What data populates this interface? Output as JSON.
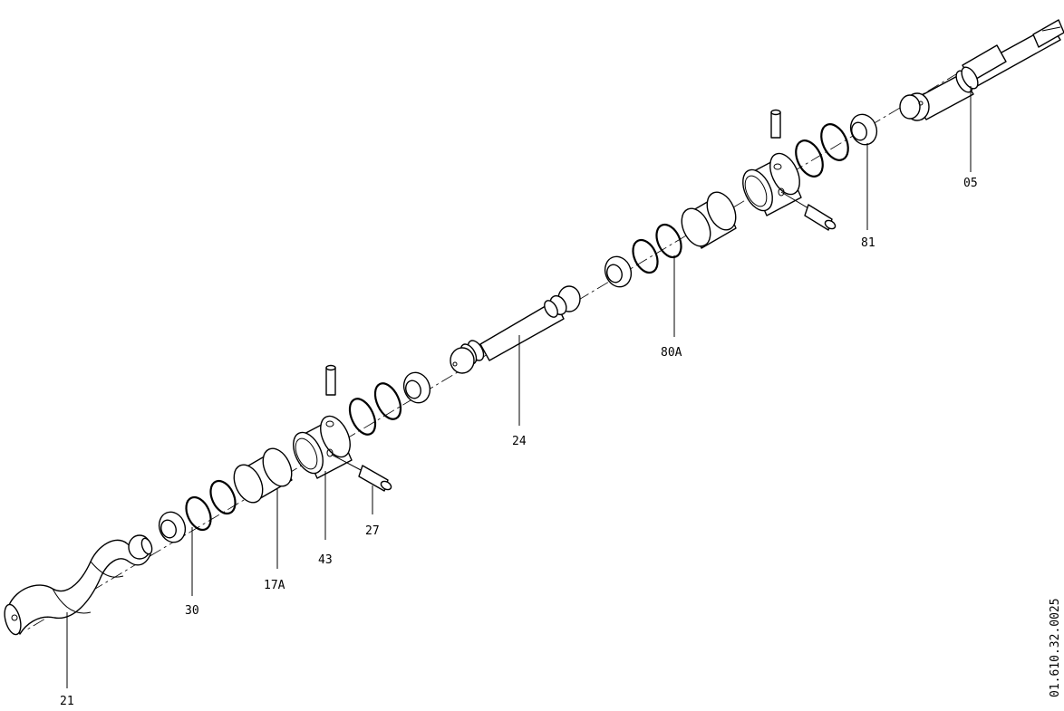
{
  "drawing_number": "01.610.32.0025",
  "labels": {
    "p05": "05",
    "p81": "81",
    "p80a": "80A",
    "p24": "24",
    "p27": "27",
    "p43": "43",
    "p17a": "17A",
    "p30": "30",
    "p21": "21"
  }
}
